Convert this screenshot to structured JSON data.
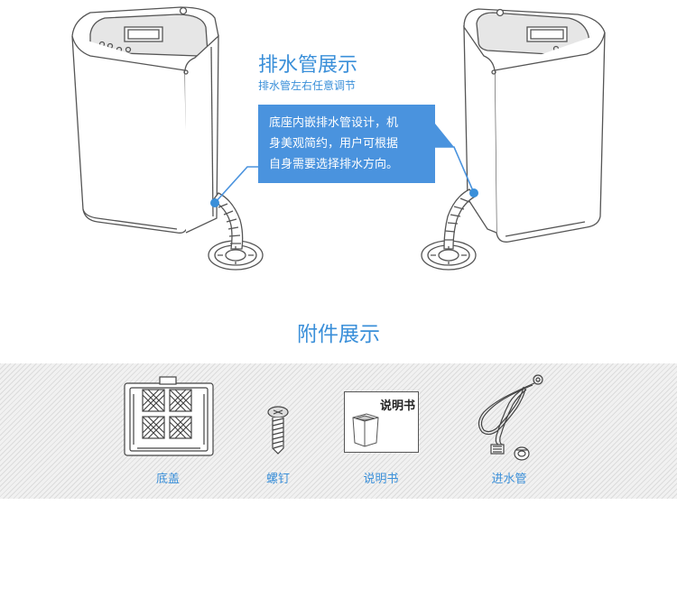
{
  "drain_section": {
    "title": "排水管展示",
    "subtitle": "排水管左右任意调节",
    "callout_lines": [
      "底座内嵌排水管设计，机",
      "身美观简约，用户可根据",
      "自身需要选择排水方向。"
    ]
  },
  "accessories_section": {
    "title": "附件展示",
    "items": [
      {
        "label": "底盖",
        "icon": "bottom-cover-icon"
      },
      {
        "label": "螺钉",
        "icon": "screw-icon"
      },
      {
        "label": "说明书",
        "icon": "manual-icon",
        "cover_text": "说明书"
      },
      {
        "label": "进水管",
        "icon": "inlet-hose-icon"
      }
    ]
  },
  "colors": {
    "accent": "#3a8fd9",
    "callout_bg": "#4a93de",
    "line": "#555555"
  }
}
